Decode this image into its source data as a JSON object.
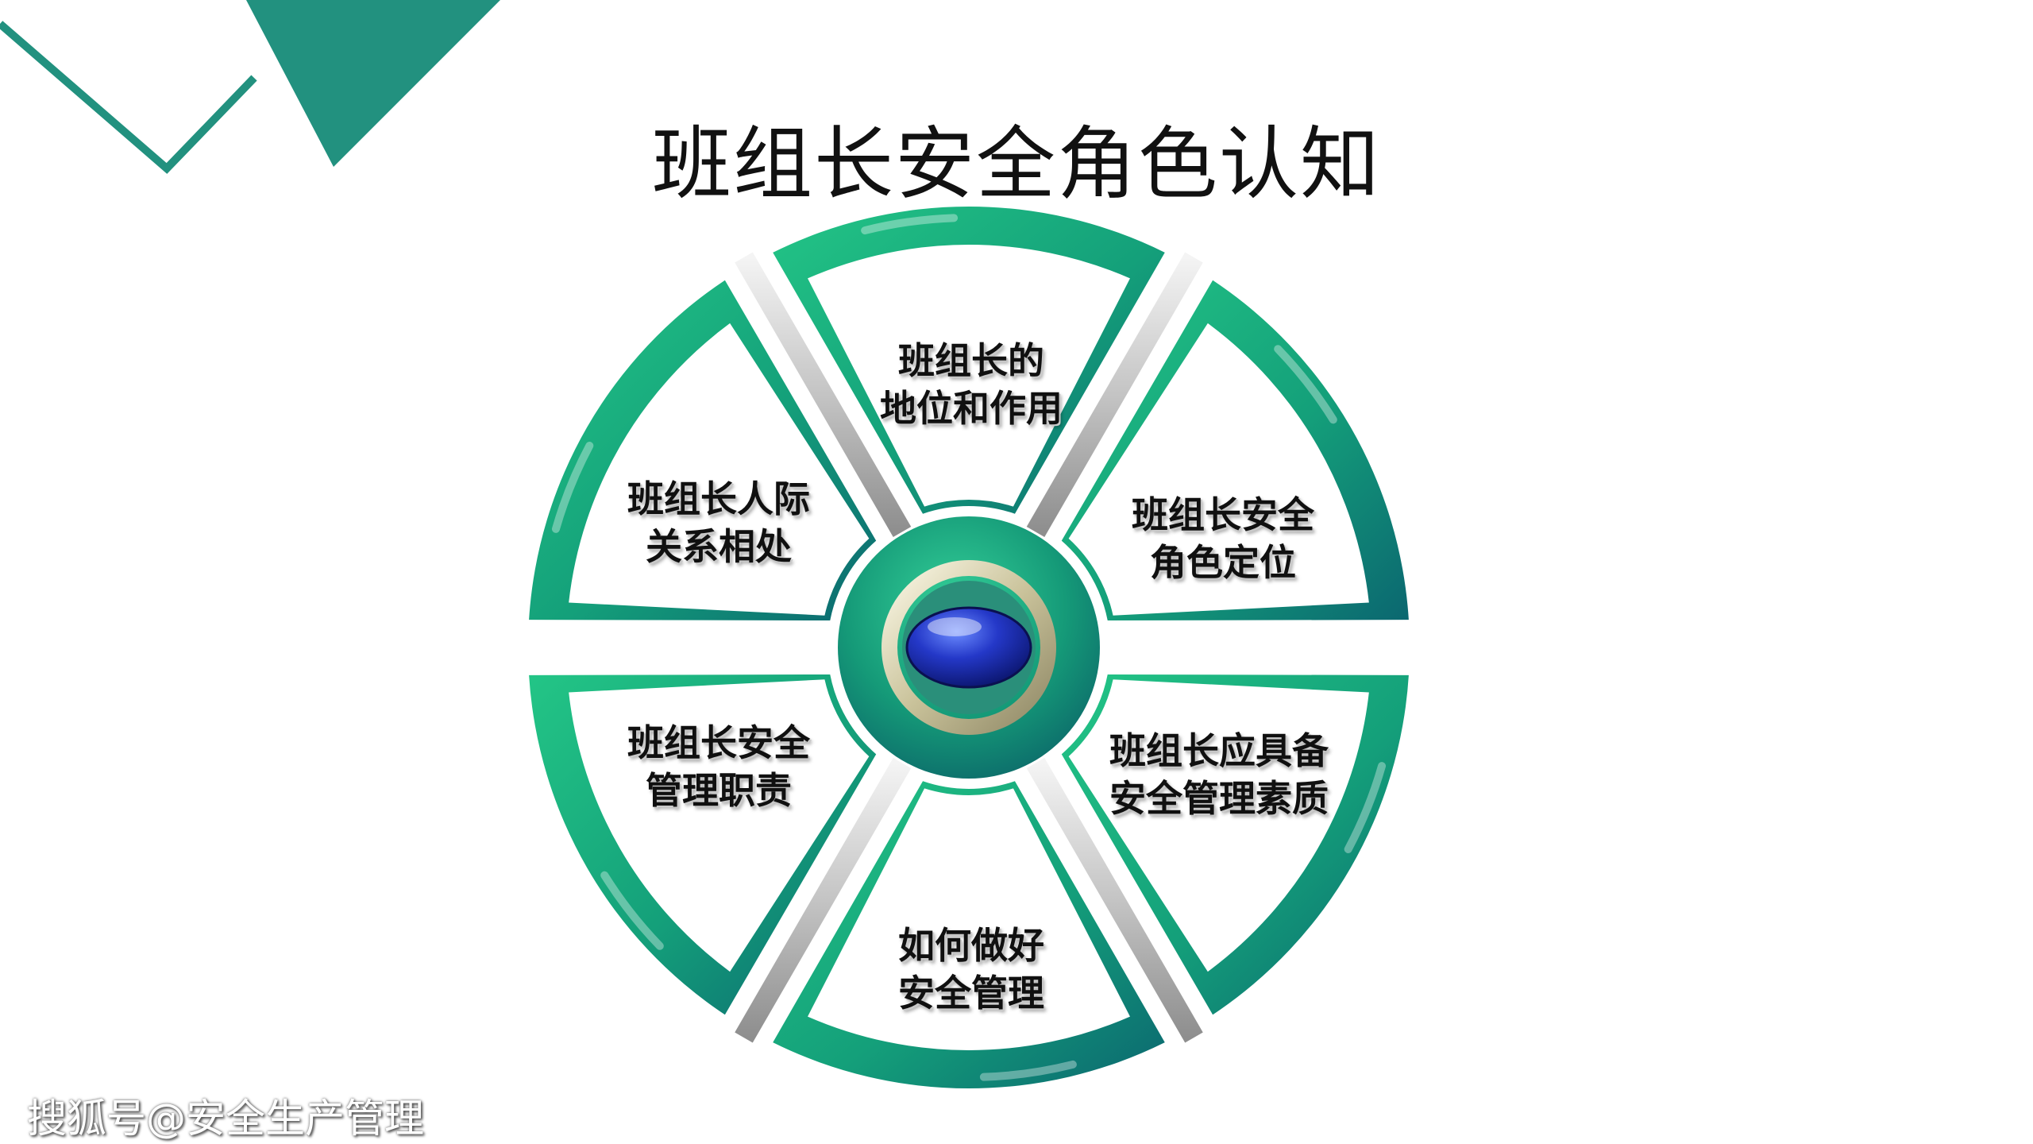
{
  "title": "班组长安全角色认知",
  "segments": [
    {
      "line1": "班组长的",
      "line2": "地位和作用"
    },
    {
      "line1": "班组长安全",
      "line2": "角色定位"
    },
    {
      "line1": "班组长应具备",
      "line2": "安全管理素质"
    },
    {
      "line1": "如何做好",
      "line2": "安全管理"
    },
    {
      "line1": "班组长安全",
      "line2": "管理职责"
    },
    {
      "line1": "班组长人际",
      "line2": "关系相处"
    }
  ],
  "watermark": "搜狐号@安全生产管理",
  "colors": {
    "teal_dark": "#0e6e73",
    "green_bright": "#1dbb7a",
    "corner_teal": "#22917f",
    "hub_blue": "#1a2fb0",
    "hub_ring": "#d8d2b0"
  }
}
